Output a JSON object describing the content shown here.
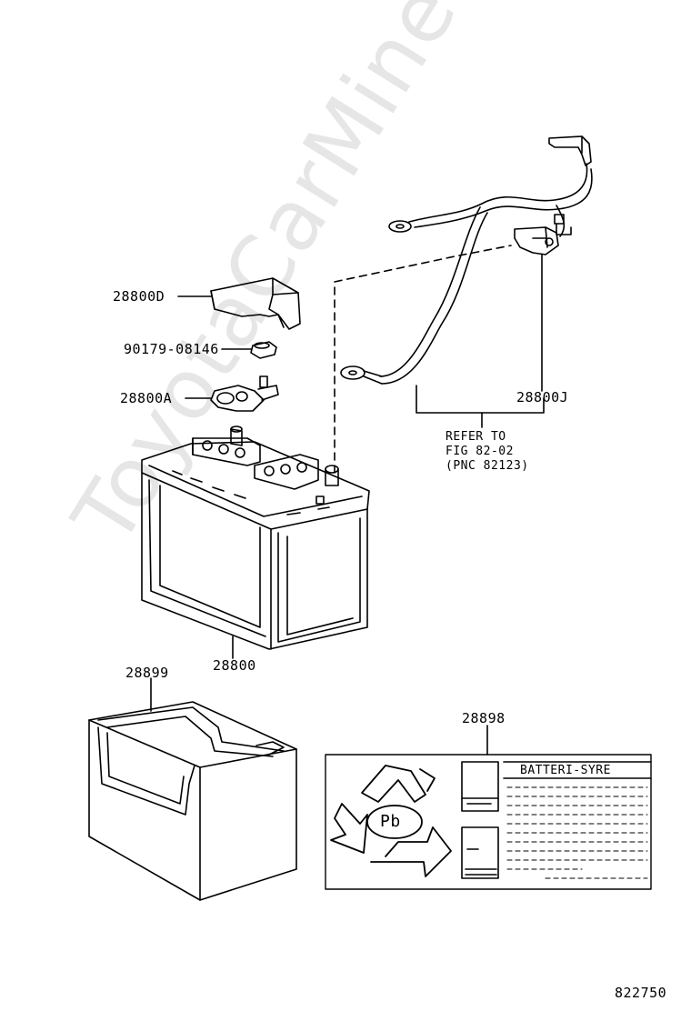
{
  "watermark": "ToyotaCarMine.ru",
  "figure_id": "822750",
  "parts": {
    "cover": "28800D",
    "nut": "90179-08146",
    "terminal": "28800A",
    "cable": "28800J",
    "battery": "28800",
    "tray": "28899",
    "label": "28898"
  },
  "refer_note": {
    "line1": "REFER TO",
    "line2": "FIG 82-02",
    "line3": "(PNC 82123)"
  },
  "warning_label": {
    "title": "BATTERI-SYRE",
    "symbol": "Pb"
  }
}
